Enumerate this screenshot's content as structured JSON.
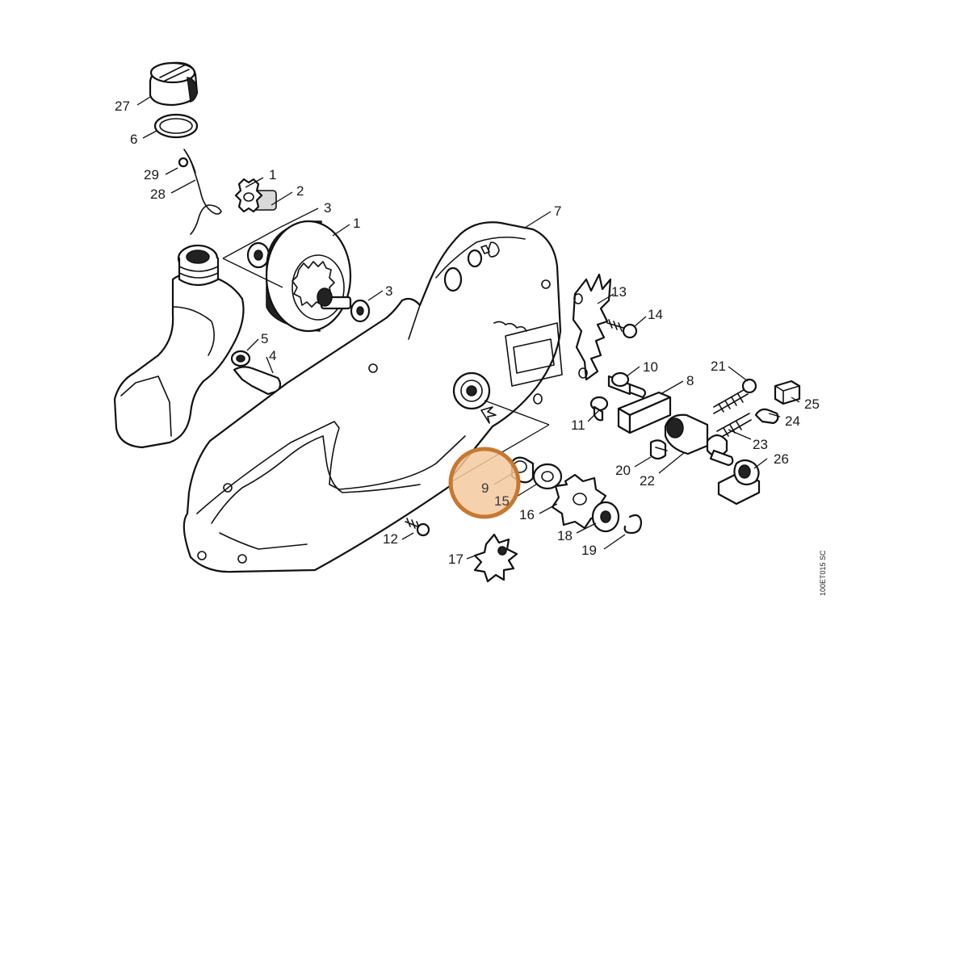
{
  "diagram": {
    "drawing_code": "100ET015 SC",
    "highlight_color": "#c8782e",
    "highlight_fill": "#f5c9a0",
    "highlighted_parts": [
      "9",
      "15"
    ],
    "parts": [
      {
        "number": "1"
      },
      {
        "number": "1"
      },
      {
        "number": "2"
      },
      {
        "number": "3"
      },
      {
        "number": "3"
      },
      {
        "number": "4"
      },
      {
        "number": "5"
      },
      {
        "number": "6"
      },
      {
        "number": "7"
      },
      {
        "number": "8"
      },
      {
        "number": "9"
      },
      {
        "number": "10"
      },
      {
        "number": "11"
      },
      {
        "number": "12"
      },
      {
        "number": "13"
      },
      {
        "number": "14"
      },
      {
        "number": "15"
      },
      {
        "number": "16"
      },
      {
        "number": "17"
      },
      {
        "number": "18"
      },
      {
        "number": "19"
      },
      {
        "number": "20"
      },
      {
        "number": "21"
      },
      {
        "number": "22"
      },
      {
        "number": "23"
      },
      {
        "number": "24"
      },
      {
        "number": "25"
      },
      {
        "number": "26"
      },
      {
        "number": "27"
      },
      {
        "number": "28"
      },
      {
        "number": "29"
      }
    ]
  }
}
